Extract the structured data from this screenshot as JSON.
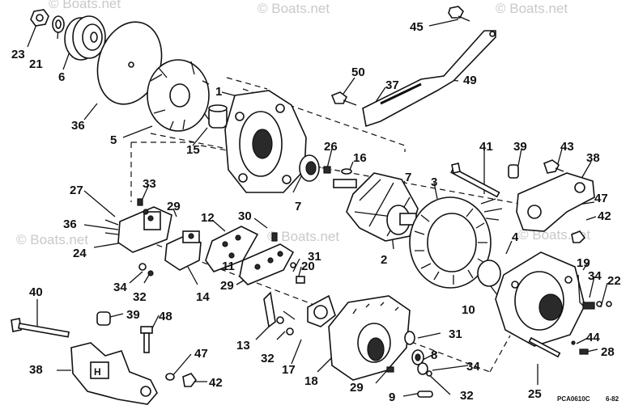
{
  "watermark": "© Boats.net",
  "footer": {
    "drawing_code": "PCA0610C",
    "date_code": "6-82"
  },
  "callouts": [
    "23",
    "21",
    "6",
    "36",
    "5",
    "15",
    "1",
    "45",
    "50",
    "37",
    "49",
    "26",
    "16",
    "7",
    "7",
    "3",
    "2",
    "41",
    "39",
    "43",
    "38",
    "47",
    "42",
    "4",
    "27",
    "33",
    "29",
    "36",
    "24",
    "12",
    "30",
    "31",
    "20",
    "11",
    "29",
    "34",
    "32",
    "14",
    "19",
    "34",
    "22",
    "10",
    "40",
    "39",
    "48",
    "13",
    "32",
    "17",
    "18",
    "31",
    "8",
    "34",
    "32",
    "29",
    "9",
    "47",
    "42",
    "38",
    "44",
    "28",
    "25"
  ]
}
